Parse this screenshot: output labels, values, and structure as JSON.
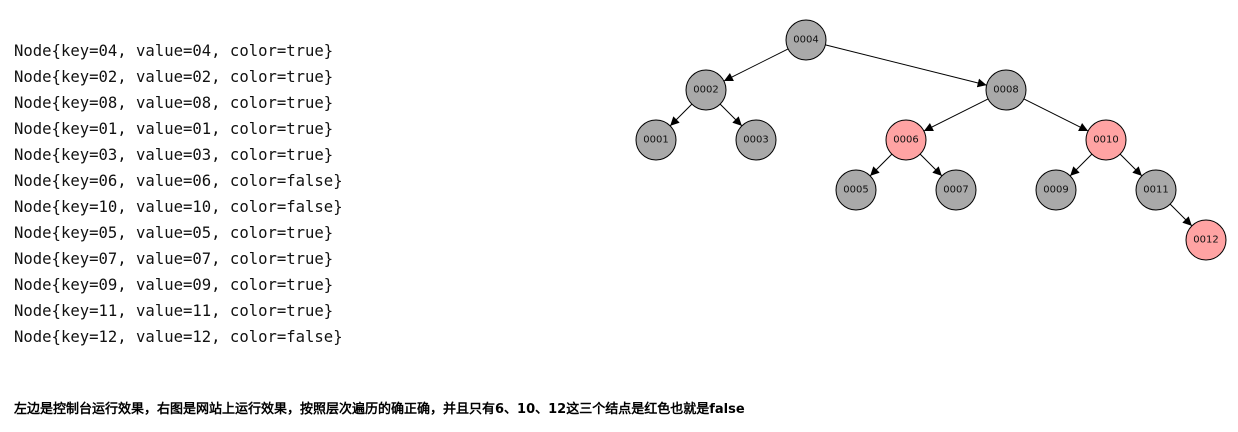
{
  "console": {
    "lines": [
      "Node{key=04, value=04, color=true}",
      "Node{key=02, value=02, color=true}",
      "Node{key=08, value=08, color=true}",
      "Node{key=01, value=01, color=true}",
      "Node{key=03, value=03, color=true}",
      "Node{key=06, value=06, color=false}",
      "Node{key=10, value=10, color=false}",
      "Node{key=05, value=05, color=true}",
      "Node{key=07, value=07, color=true}",
      "Node{key=09, value=09, color=true}",
      "Node{key=11, value=11, color=true}",
      "Node{key=12, value=12, color=false}"
    ]
  },
  "tree": {
    "colors": {
      "black_node": "#a9a9a9",
      "red_node": "#ffa3a3"
    },
    "nodes": [
      {
        "label": "0004",
        "color": "black"
      },
      {
        "label": "0002",
        "color": "black"
      },
      {
        "label": "0008",
        "color": "black"
      },
      {
        "label": "0001",
        "color": "black"
      },
      {
        "label": "0003",
        "color": "black"
      },
      {
        "label": "0006",
        "color": "red"
      },
      {
        "label": "0010",
        "color": "red"
      },
      {
        "label": "0005",
        "color": "black"
      },
      {
        "label": "0007",
        "color": "black"
      },
      {
        "label": "0009",
        "color": "black"
      },
      {
        "label": "0011",
        "color": "black"
      },
      {
        "label": "0012",
        "color": "red"
      }
    ],
    "edges": [
      [
        "0004",
        "0002"
      ],
      [
        "0004",
        "0008"
      ],
      [
        "0002",
        "0001"
      ],
      [
        "0002",
        "0003"
      ],
      [
        "0008",
        "0006"
      ],
      [
        "0008",
        "0010"
      ],
      [
        "0006",
        "0005"
      ],
      [
        "0006",
        "0007"
      ],
      [
        "0010",
        "0009"
      ],
      [
        "0010",
        "0011"
      ],
      [
        "0011",
        "0012"
      ]
    ]
  },
  "caption": "左边是控制台运行效果，右图是网站上运行效果，按照层次遍历的确正确，并且只有6、10、12这三个结点是红色也就是false"
}
